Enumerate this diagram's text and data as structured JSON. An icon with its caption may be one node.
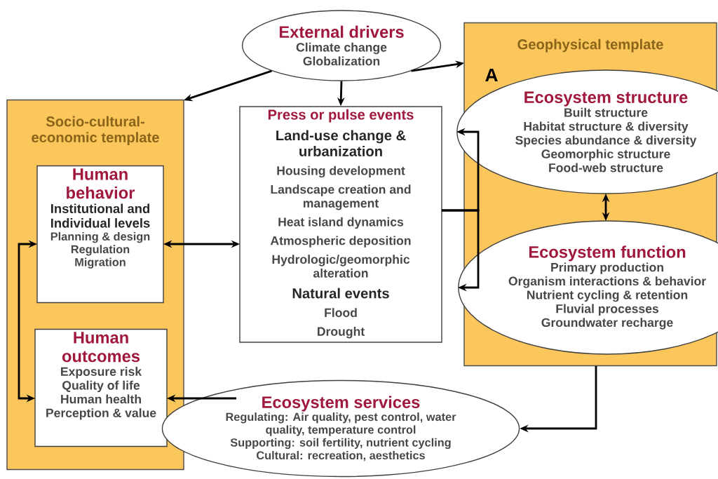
{
  "diagram": {
    "nodes": [
      {
        "text": [
          "External drivers",
          "Climate change",
          "Globalization"
        ]
      },
      {
        "text": [
          "Socio-cultural- economic template"
        ]
      },
      {
        "text": [
          "Human behavior",
          "Institutional and Individual levels",
          "Planning & design",
          "Regulation",
          "Migration"
        ],
        "in": 1
      },
      {
        "text": [
          "Human outcomes",
          "Exposure risk",
          "Quality of life",
          "Human health",
          "Perception & value"
        ],
        "in": 1
      },
      {
        "text": [
          "Press or pulse events",
          "Land-use change & urbanization",
          "Housing development",
          "Landscape creation and management",
          "Heat island dynamics",
          "Atmospheric deposition",
          "Hydrologic/geomorphic alteration",
          "Natural events",
          "Flood",
          "Drought"
        ]
      },
      {
        "text": [
          "Geophysical template"
        ]
      },
      {
        "text": [
          "Ecosystem structure",
          "Built structure",
          "Habitat structure & diversity",
          "Species abundance & diversity",
          "Geomorphic structure",
          "Food-web structure"
        ],
        "in": 5
      },
      {
        "text": [
          "Ecosystem function",
          "Primary production",
          "Organism interactions & behavior",
          "Nutrient cycling & retention",
          "Fluvial processes",
          "Groundwater recharge"
        ],
        "in": 5
      },
      {
        "text": [
          "Ecosystem services",
          "Regulating: Air quality, pest control, water quality, temperature control",
          "Supporting: soil fertility, nutrient cycling",
          "Cultural: recreation, aesthetics"
        ]
      }
    ],
    "edges": [
      {
        "from": 0,
        "to": 1,
        "arrow": "to"
      },
      {
        "from": 0,
        "to": 4,
        "arrow": "to"
      },
      {
        "from": 0,
        "to": 5,
        "arrow": "to"
      },
      {
        "from": 2,
        "to": 4,
        "arrow": "both"
      },
      {
        "from": 4,
        "to": 6,
        "arrow": "to"
      },
      {
        "from": 4,
        "to": 7,
        "arrow": "to"
      },
      {
        "from": 6,
        "to": 7,
        "arrow": "both"
      },
      {
        "from": 5,
        "to": 8,
        "arrow": "to"
      },
      {
        "from": 8,
        "to": 3,
        "arrow": "to"
      },
      {
        "from": 2,
        "to": 3,
        "arrow": "both"
      }
    ],
    "labels": [
      "A"
    ]
  }
}
